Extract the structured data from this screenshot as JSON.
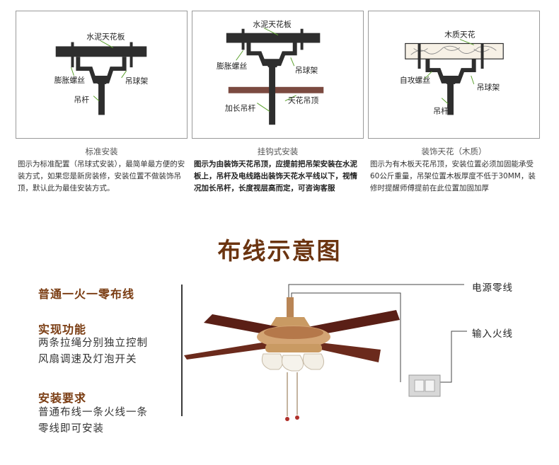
{
  "panels": [
    {
      "caption": "标准安装",
      "labels": {
        "ceiling": "水泥天花板",
        "bolt": "膨胀螺丝",
        "bracket": "吊球架",
        "rod": "吊杆"
      },
      "description": "图示为标准配置（吊球式安装），最简单最方便的安装方式，如果您是新房装修，安装位置不做装饰吊顶，默认此为最佳安装方式。"
    },
    {
      "caption": "挂钩式安装",
      "labels": {
        "ceiling": "水泥天花板",
        "bolt": "膨胀螺丝",
        "bracket": "吊球架",
        "rod": "加长吊杆",
        "false_ceiling": "天花吊顶"
      },
      "description": "图示为由装饰天花吊顶，应提前把吊架安装在水泥板上，吊杆及电线路出装饰天花水平线以下，视情况加长吊杆，长度视层高而定，可咨询客服"
    },
    {
      "caption": "装饰天花（木质）",
      "labels": {
        "ceiling": "木质天花",
        "bolt": "自攻螺丝",
        "bracket": "吊球架",
        "rod": "吊杆"
      },
      "description": "图示为有木板天花吊顶，安装位置必须加固能承受60公斤重量，吊架位置木板厚度不低于30MM，装修时提醒师傅提前在此位置加固加厚"
    }
  ],
  "wiring": {
    "title": "布线示意图",
    "section1_heading": "普通一火一零布线",
    "section2_heading": "实现功能",
    "section2_body": [
      "两条拉绳分别独立控制",
      "风扇调速及灯泡开关"
    ],
    "section3_heading": "安装要求",
    "section3_body": [
      "普通布线一条火线一条",
      "零线即可安装"
    ],
    "neutral_label": "电源零线",
    "live_label": "输入火线"
  },
  "colors": {
    "heading": "#7a3c12",
    "title": "#6b3410",
    "diagram": "#2e2e2e",
    "false_ceiling": "#7b4a40",
    "blade": "#5a1f16",
    "gold": "#c99a63"
  }
}
